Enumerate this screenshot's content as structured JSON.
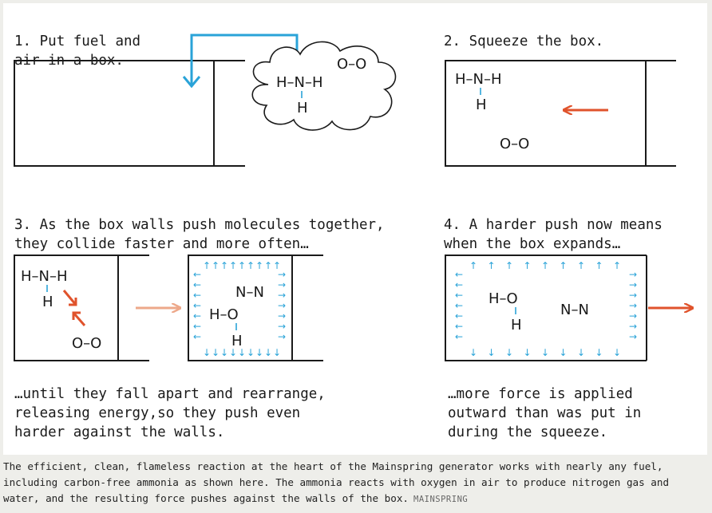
{
  "steps": [
    {
      "number": "1.",
      "text": "Put fuel and\nair in a box."
    },
    {
      "number": "2.",
      "text": "Squeeze the box."
    },
    {
      "number": "3.",
      "text": "As the box walls push molecules together,\nthey collide faster and more often…"
    },
    {
      "number": "4.",
      "text": "A harder push now means\nwhen the box expands…"
    }
  ],
  "bottom_texts": [
    "…until they fall apart and rearrange,\nreleasing energy,so they push even\nharder against the walls.",
    "…more force is applied\noutward than was put in\nduring the squeeze."
  ],
  "molecules": {
    "ammonia_top": "H–N–H",
    "ammonia_bottom": "H",
    "oxygen": "O–O",
    "water_top": "H–O",
    "water_bottom": "H",
    "nitrogen": "N–N"
  },
  "caption": {
    "text": "The efficient, clean, flameless reaction at the heart of the Mainspring generator works with nearly any fuel, including carbon-free ammonia as shown here. The ammonia reacts with oxygen in air to produce nitrogen gas and water, and the resulting force pushes against the walls of the box.",
    "credit": "MAINSPRING"
  },
  "colors": {
    "blue": "#2aa3d8",
    "orange": "#e0532c",
    "light_orange": "#eda88a",
    "ink": "#1a1a1a",
    "background": "#eeeeea"
  }
}
